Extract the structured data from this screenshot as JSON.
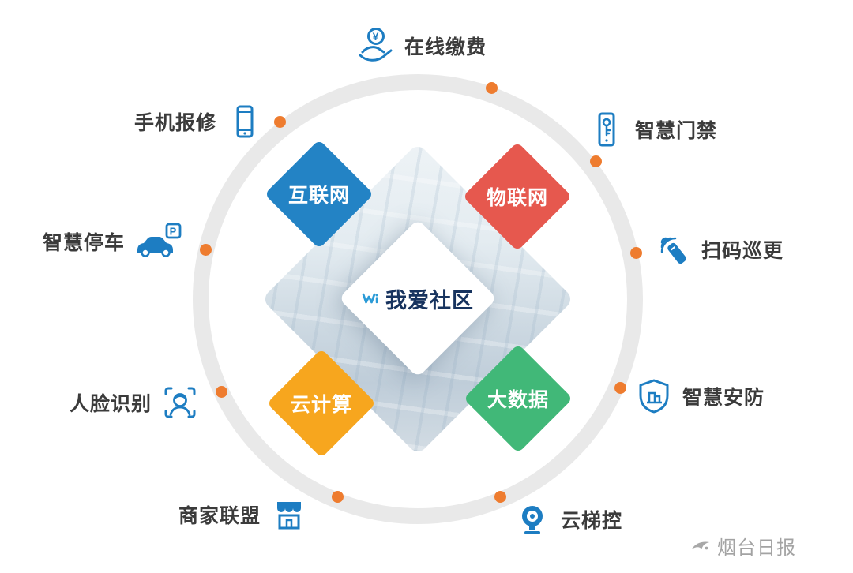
{
  "hub": {
    "logo": {
      "text": "我爱社区",
      "icon": "walove-w-logo-icon"
    },
    "diamonds": [
      {
        "label": "互联网",
        "color": "#2383c5"
      },
      {
        "label": "物联网",
        "color": "#e6584e"
      },
      {
        "label": "云计算",
        "color": "#f7a61e"
      },
      {
        "label": "大数据",
        "color": "#41b878"
      }
    ]
  },
  "features": [
    {
      "label": "在线缴费",
      "icon": "payment-hand-coin-icon",
      "symbol": "¥"
    },
    {
      "label": "智慧门禁",
      "icon": "phone-key-access-icon"
    },
    {
      "label": "扫码巡更",
      "icon": "scan-patrol-icon"
    },
    {
      "label": "智慧安防",
      "icon": "security-shield-icon"
    },
    {
      "label": "云梯控",
      "icon": "dome-camera-icon"
    },
    {
      "label": "商家联盟",
      "icon": "storefront-icon"
    },
    {
      "label": "人脸识别",
      "icon": "face-scan-icon"
    },
    {
      "label": "智慧停车",
      "icon": "car-parking-icon",
      "badge": "P"
    },
    {
      "label": "手机报修",
      "icon": "mobile-phone-icon"
    }
  ],
  "watermark": {
    "text": "烟台日报",
    "icon": "yantai-daily-logo-icon"
  },
  "colors": {
    "ring": "#e9e9e9",
    "dot": "#ee7c2f",
    "icon_blue": "#1d7dc2",
    "label_text": "#3b3b3b",
    "logo_text": "#17335e",
    "logo_blue": "#2b9bd7"
  }
}
